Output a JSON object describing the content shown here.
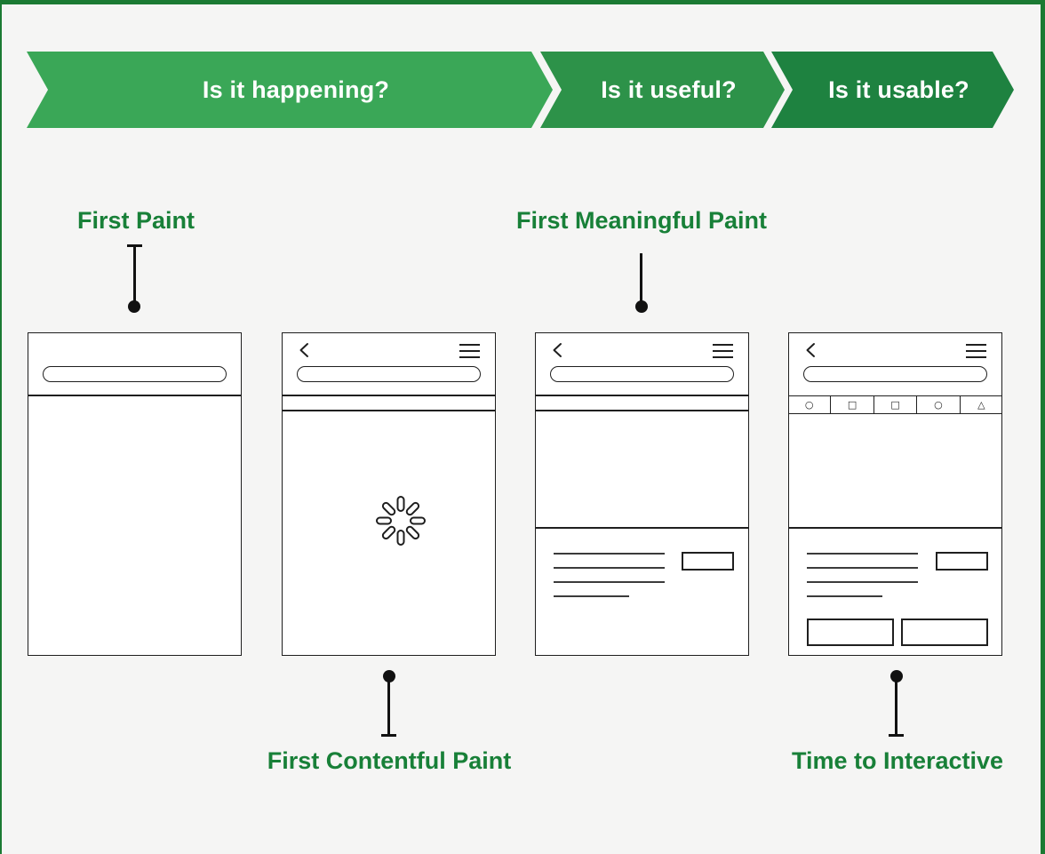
{
  "banner": {
    "steps": [
      {
        "id": "is-it-happening",
        "label": "Is it happening?",
        "color": "#3AA757"
      },
      {
        "id": "is-it-useful",
        "label": "Is it useful?",
        "color": "#2D9249"
      },
      {
        "id": "is-it-usable",
        "label": "Is it usable?",
        "color": "#1E8240"
      }
    ]
  },
  "metrics": {
    "first_paint": {
      "label": "First Paint"
    },
    "first_contentful_paint": {
      "label": "First Contentful Paint"
    },
    "first_meaningful_paint": {
      "label": "First Meaningful Paint"
    },
    "time_to_interactive": {
      "label": "Time to Interactive"
    }
  },
  "phones": [
    {
      "name": "phone-first-paint",
      "elements": [
        "url-bar",
        "empty-body"
      ]
    },
    {
      "name": "phone-first-contentful-paint",
      "elements": [
        "back-icon",
        "menu-icon",
        "url-bar",
        "loading-spinner-icon"
      ]
    },
    {
      "name": "phone-first-meaningful-paint",
      "elements": [
        "back-icon",
        "menu-icon",
        "url-bar",
        "hero-block",
        "text-lines",
        "image-placeholder"
      ]
    },
    {
      "name": "phone-time-to-interactive",
      "elements": [
        "back-icon",
        "menu-icon",
        "url-bar",
        "shape-toolbar",
        "text-lines",
        "image-placeholder",
        "action-buttons"
      ]
    }
  ],
  "icons": {
    "toolbar_glyphs": [
      "○",
      "□",
      "□",
      "○",
      "△"
    ]
  },
  "colors": {
    "background": "#F5F5F4",
    "frame_border": "#1B7A33",
    "step1_green": "#3AA757",
    "step2_green": "#2D9249",
    "step3_green": "#1E8240",
    "metric_label_green": "#188038",
    "wireframe_stroke": "#1F1F1F",
    "pin_black": "#111111"
  }
}
